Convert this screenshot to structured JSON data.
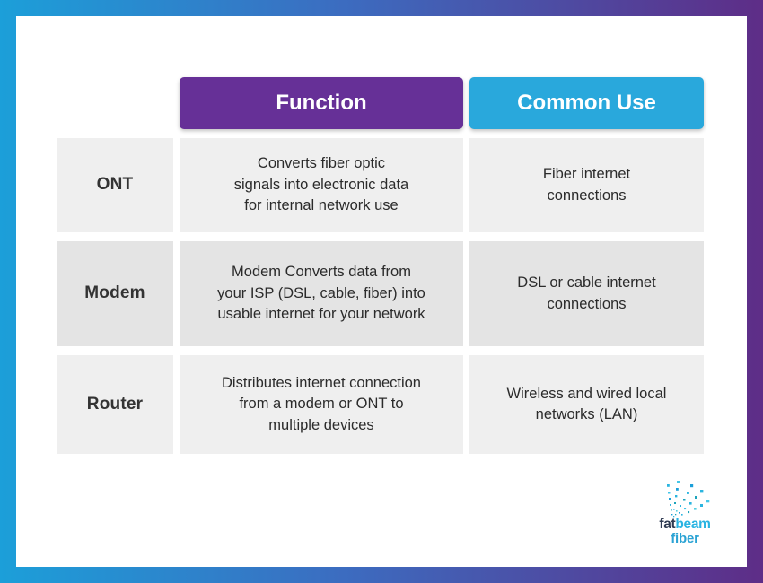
{
  "frame": {
    "gradient_left": "#1C9FD9",
    "gradient_right": "#5E2D87",
    "canvas_bg": "#FFFFFF"
  },
  "table": {
    "headers": [
      {
        "label": "Function",
        "color": "#663097"
      },
      {
        "label": "Common Use",
        "color": "#29A8DC"
      }
    ],
    "rows": [
      {
        "device": "ONT",
        "function": "Converts fiber optic\nsignals into electronic data\nfor internal network use",
        "common_use": "Fiber internet\nconnections"
      },
      {
        "device": "Modem",
        "function": "Modem Converts data from\nyour ISP (DSL, cable, fiber) into\nusable internet for your network",
        "common_use": "DSL or cable internet\nconnections"
      },
      {
        "device": "Router",
        "function": "Distributes internet connection\nfrom a modem or ONT to\nmultiple devices",
        "common_use": "Wireless and wired local\nnetworks (LAN)"
      }
    ],
    "row_bg_light": "#EFEFEF",
    "row_bg_dark": "#E4E4E4"
  },
  "logo": {
    "brand_part1": "fat",
    "brand_part2": "beam",
    "brand_part3": "fiber",
    "navy": "#2F3B52",
    "cyan": "#29B4E2",
    "spray_colors": [
      "#2BB5E0",
      "#1B9FD9",
      "#45C6E8",
      "#1DA4BC",
      "#56CFE1"
    ]
  }
}
